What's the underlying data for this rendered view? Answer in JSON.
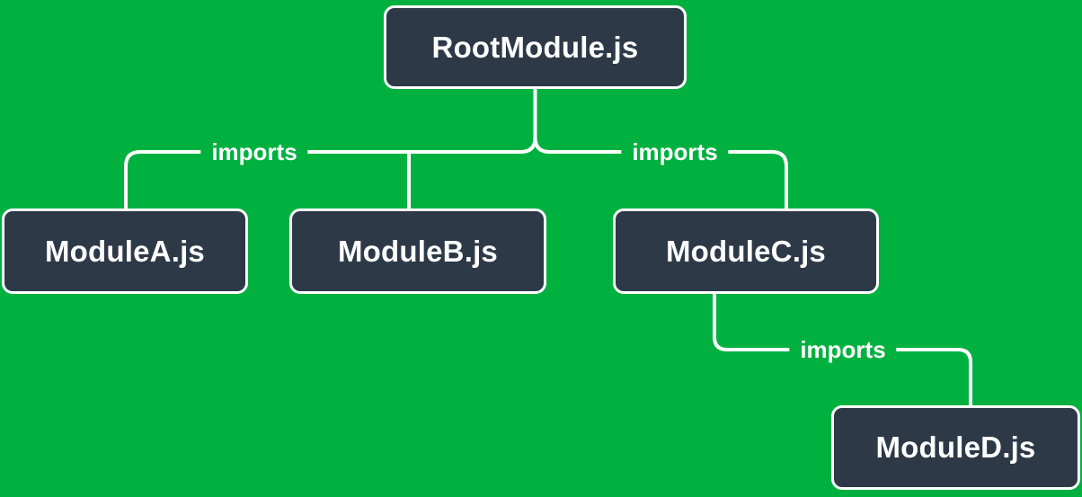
{
  "diagram": {
    "nodes": [
      {
        "id": "root",
        "label": "RootModule.js"
      },
      {
        "id": "module-a",
        "label": "ModuleA.js"
      },
      {
        "id": "module-b",
        "label": "ModuleB.js"
      },
      {
        "id": "module-c",
        "label": "ModuleC.js"
      },
      {
        "id": "module-d",
        "label": "ModuleD.js"
      }
    ],
    "edge_labels": [
      "imports",
      "imports",
      "imports"
    ],
    "colors": {
      "background": "#00b140",
      "node_fill": "#2d3947",
      "node_border": "#ffffff",
      "line": "#ffffff",
      "text": "#ffffff"
    }
  }
}
